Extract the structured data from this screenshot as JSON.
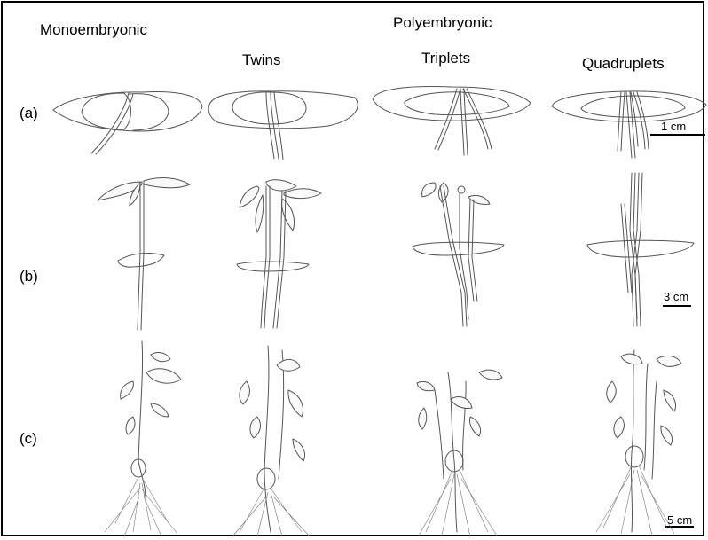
{
  "headers": {
    "monoembryonic": "Monoembryonic",
    "polyembryonic": "Polyembryonic",
    "twins": "Twins",
    "triplets": "Triplets",
    "quadruplets": "Quadruplets"
  },
  "rows": {
    "a": "(a)",
    "b": "(b)",
    "c": "(c)"
  },
  "scales": {
    "a": "1 cm",
    "b": "3 cm",
    "c": "5 cm"
  }
}
